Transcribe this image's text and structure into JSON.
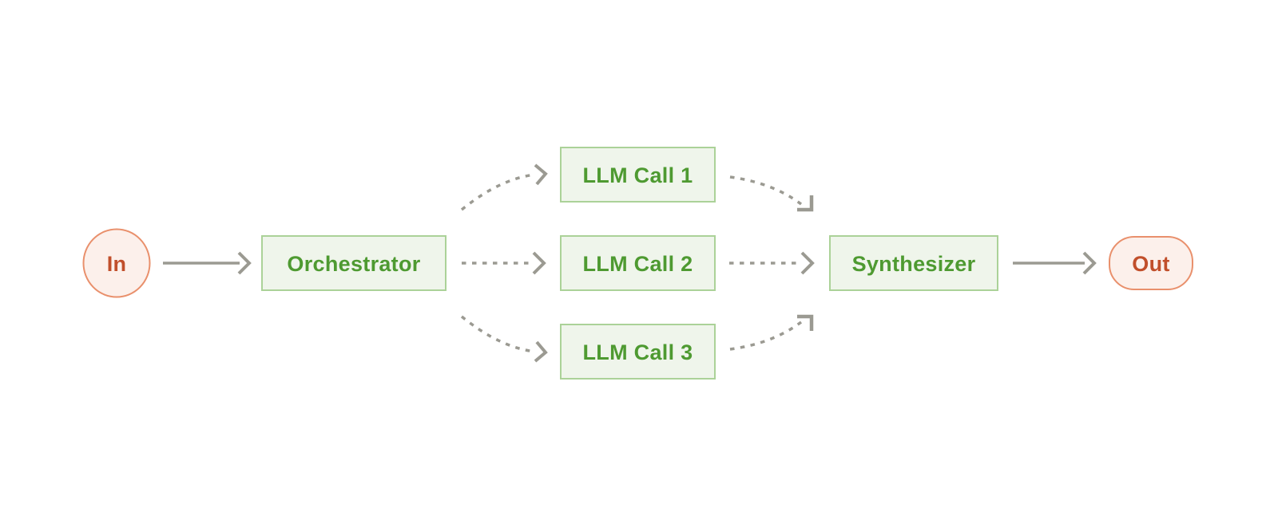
{
  "diagram": {
    "kind": "workflow-flowchart",
    "pattern": "orchestrator-workers"
  },
  "nodes": {
    "in": {
      "label": "In",
      "shape": "circle",
      "role": "input"
    },
    "orchestrator": {
      "label": "Orchestrator",
      "shape": "rectangle",
      "role": "process"
    },
    "llm_call_1": {
      "label": "LLM Call 1",
      "shape": "rectangle",
      "role": "worker"
    },
    "llm_call_2": {
      "label": "LLM Call 2",
      "shape": "rectangle",
      "role": "worker"
    },
    "llm_call_3": {
      "label": "LLM Call 3",
      "shape": "rectangle",
      "role": "worker"
    },
    "synthesizer": {
      "label": "Synthesizer",
      "shape": "rectangle",
      "role": "process"
    },
    "out": {
      "label": "Out",
      "shape": "pill",
      "role": "output"
    }
  },
  "edges": [
    {
      "from": "In",
      "to": "Orchestrator",
      "style": "solid"
    },
    {
      "from": "Orchestrator",
      "to": "LLM Call 1",
      "style": "dashed-curved"
    },
    {
      "from": "Orchestrator",
      "to": "LLM Call 2",
      "style": "dashed-straight"
    },
    {
      "from": "Orchestrator",
      "to": "LLM Call 3",
      "style": "dashed-curved"
    },
    {
      "from": "LLM Call 1",
      "to": "Synthesizer",
      "style": "dashed-curved"
    },
    {
      "from": "LLM Call 2",
      "to": "Synthesizer",
      "style": "dashed-straight"
    },
    {
      "from": "LLM Call 3",
      "to": "Synthesizer",
      "style": "dashed-curved"
    },
    {
      "from": "Synthesizer",
      "to": "Out",
      "style": "solid"
    }
  ],
  "colors": {
    "background": "#ffffff",
    "green_fill": "#eff5eb",
    "green_border": "#abd298",
    "green_text": "#4e9a31",
    "endpoint_fill": "#fcf0eb",
    "endpoint_border": "#e9906c",
    "endpoint_text": "#c14f2b",
    "arrow_gray": "#9b9a92"
  }
}
